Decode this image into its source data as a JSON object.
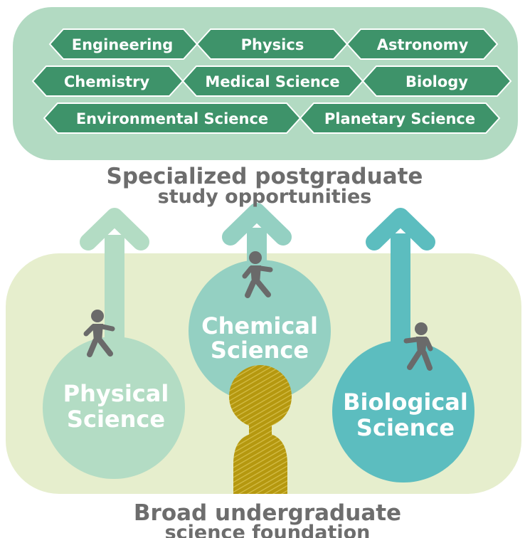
{
  "fields": [
    "Engineering",
    "Physics",
    "Astronomy",
    "Chemistry",
    "Medical Science",
    "Biology",
    "Environmental Science",
    "Planetary Science"
  ],
  "postgraduate_caption": {
    "line1": "Specialized postgraduate",
    "line2": "study opportunities"
  },
  "sciences": {
    "physical": {
      "line1": "Physical",
      "line2": "Science"
    },
    "chemical": {
      "line1": "Chemical",
      "line2": "Science"
    },
    "biological": {
      "line1": "Biological",
      "line2": "Science"
    }
  },
  "undergraduate_caption": {
    "line1": "Broad undergraduate",
    "line2": "science foundation"
  },
  "colors": {
    "top_panel": "#b2dac2",
    "tag_fill": "#3e936a",
    "bottom_panel": "#e6eecd",
    "physical": "#b3dcc4",
    "chemical": "#94d0c2",
    "biological": "#5cbdbf",
    "person_gold": "#b5980f",
    "walker": "#6a6a6a",
    "caption_text": "#6d6d6d"
  }
}
